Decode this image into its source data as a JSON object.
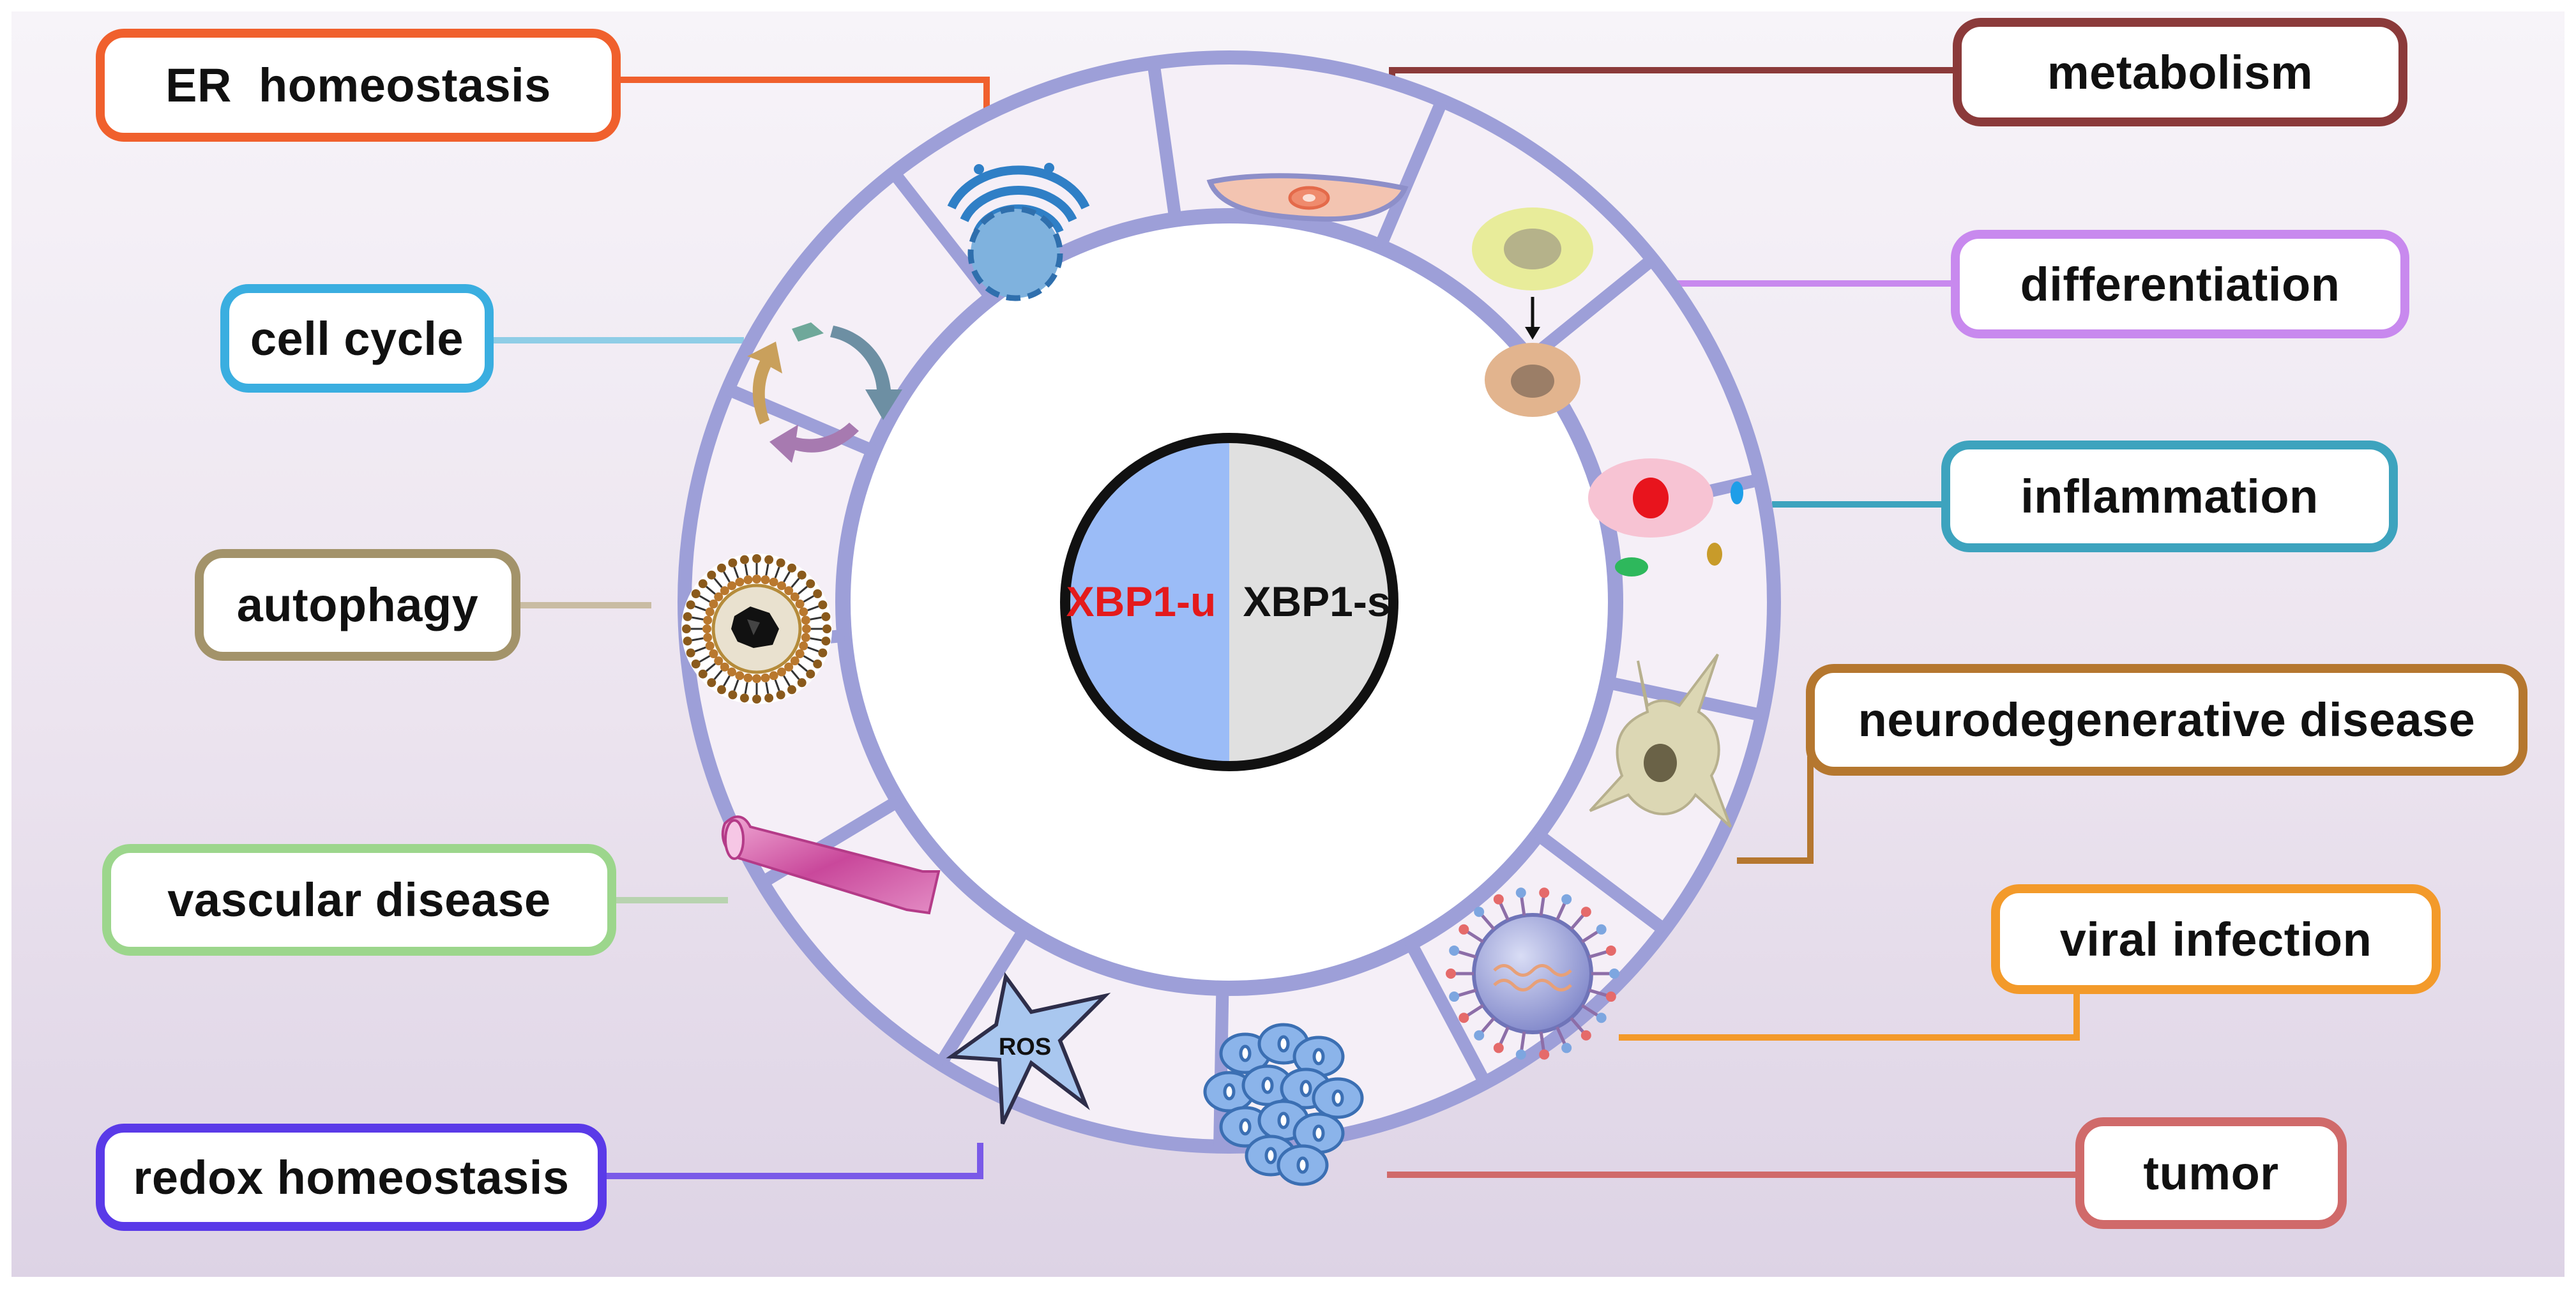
{
  "center": {
    "left_label": "XBP1-u",
    "right_label": "XBP1-s",
    "left_color": "#e41a1c",
    "left_fill": "#9bbcf7",
    "right_fill": "#e0e0e0"
  },
  "ring": {
    "color": "#9d9fd8",
    "icon_labels": {
      "ros": "ROS"
    }
  },
  "labels": {
    "er_homeostasis": {
      "text": "ER  homeostasis",
      "color": "#f0602d"
    },
    "metabolism": {
      "text": "metabolism",
      "color": "#8b3a3a"
    },
    "cell_cycle": {
      "text": "cell cycle",
      "color": "#3aaee0"
    },
    "differentiation": {
      "text": "differentiation",
      "color": "#c889ee"
    },
    "inflammation": {
      "text": "inflammation",
      "color": "#3da3be"
    },
    "autophagy": {
      "text": "autophagy",
      "color": "#a3936a"
    },
    "neurodegenerative_disease": {
      "text": "neurodegenerative disease",
      "color": "#b5772f"
    },
    "vascular_disease": {
      "text": "vascular disease",
      "color": "#9cd68c"
    },
    "viral_infection": {
      "text": "viral infection",
      "color": "#f39a2a"
    },
    "redox_homeostasis": {
      "text": "redox homeostasis",
      "color": "#5a3ae8"
    },
    "tumor": {
      "text": "tumor",
      "color": "#d06a6a"
    }
  }
}
